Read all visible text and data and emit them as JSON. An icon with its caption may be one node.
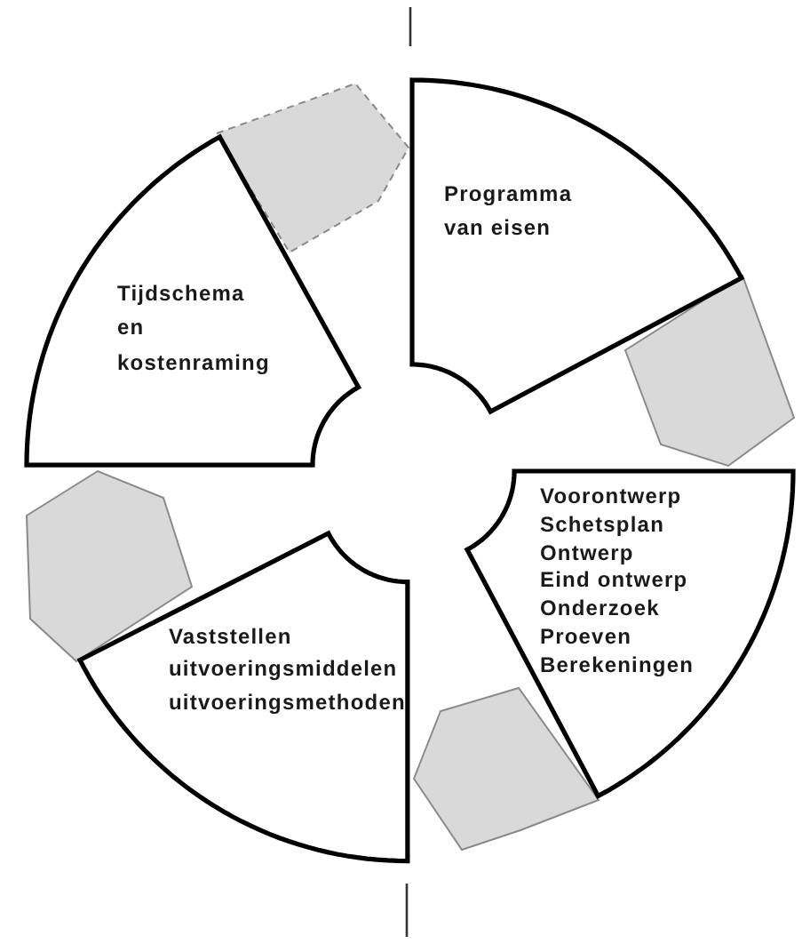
{
  "diagram": {
    "nodes": [
      {
        "text": [
          "Programma van eisen"
        ]
      },
      {
        "text": [],
        "shape": "hexagon"
      },
      {
        "text": [
          "Voorontwerp",
          "Schetsplan",
          "Ontwerp",
          "Eind ontwerp",
          "Onderzoek",
          "Proeven",
          "Berekeningen"
        ]
      },
      {
        "text": [],
        "shape": "hexagon"
      },
      {
        "text": [
          "Vaststellen uitvoeringsmiddelen uitvoeringsmethoden"
        ]
      },
      {
        "text": [],
        "shape": "hexagon"
      },
      {
        "text": [
          "Tijdschema en kostenraming"
        ]
      },
      {
        "text": [],
        "shape": "hexagon"
      }
    ]
  }
}
